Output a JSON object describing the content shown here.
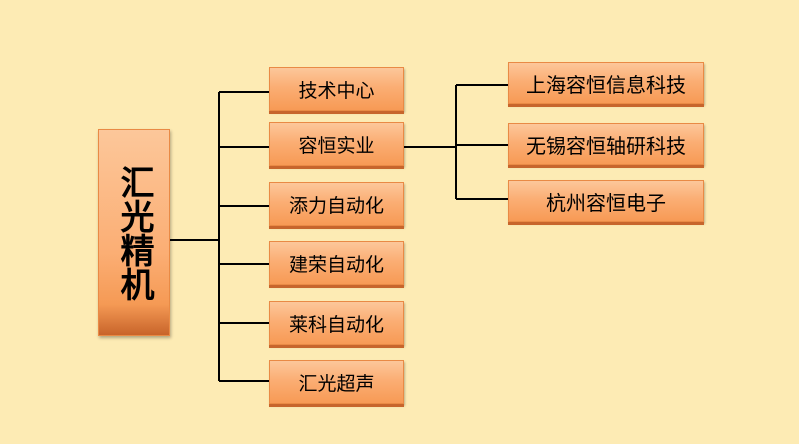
{
  "root": {
    "label": "汇光精机"
  },
  "branches": [
    {
      "label": "技术中心"
    },
    {
      "label": "容恒实业"
    },
    {
      "label": "添力自动化"
    },
    {
      "label": "建荣自动化"
    },
    {
      "label": "莱科自动化"
    },
    {
      "label": "汇光超声"
    }
  ],
  "subsidiaries": {
    "parent": "容恒实业",
    "items": [
      {
        "label": "上海容恒信息科技"
      },
      {
        "label": "无锡容恒轴研科技"
      },
      {
        "label": "杭州容恒电子"
      }
    ]
  },
  "colors": {
    "background": "#FDEBB4",
    "box_fill": "#FBAE74",
    "box_shadow": "#C7652C",
    "connector": "#000000"
  }
}
